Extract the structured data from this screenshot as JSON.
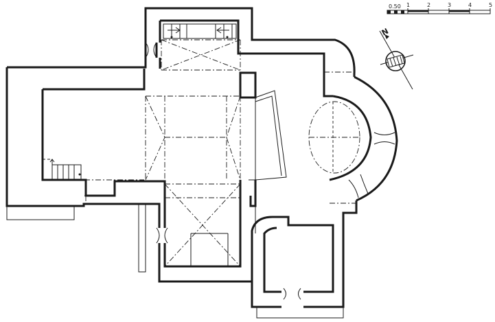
{
  "scale_bar": {
    "labels": [
      "0.50",
      "1",
      "2",
      "3",
      "4",
      "5"
    ]
  },
  "north_arrow": {
    "letter": "N",
    "icon": "north-arrow-icon"
  },
  "colors": {
    "ink": "#1a1a1a",
    "paper": "#ffffff"
  }
}
